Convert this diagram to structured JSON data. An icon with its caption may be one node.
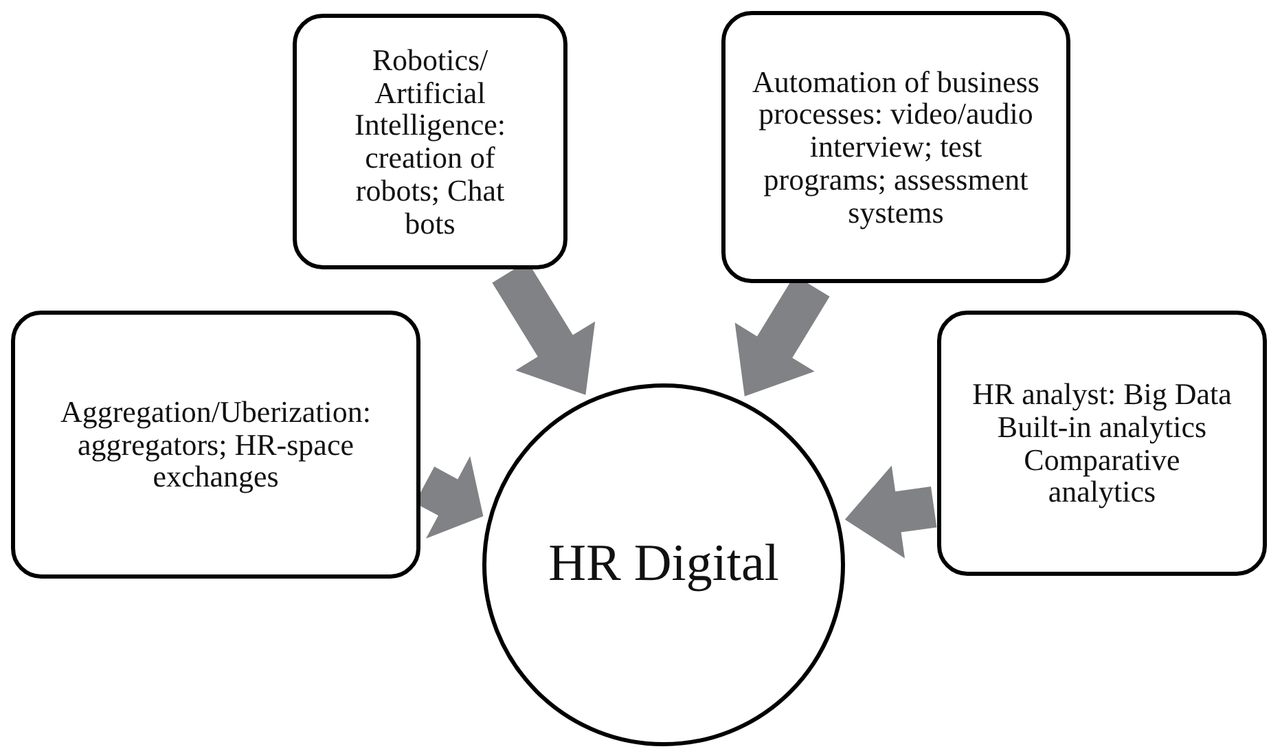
{
  "diagram": {
    "nodes": [
      {
        "text": [
          "Robotics/ Artificial Intelligence: creation of robots; Chat bots"
        ]
      },
      {
        "text": [
          "Automation of business processes: video/audio interview; test programs; assessment systems"
        ]
      },
      {
        "text": [
          "Aggregation/Uberization: aggregators; HR-space exchanges"
        ]
      },
      {
        "text": [
          "HR analyst: Big Data Built-in analytics Comparative analytics"
        ]
      },
      {
        "text": [
          "HR Digital"
        ]
      }
    ],
    "edges": [
      {
        "from": 0,
        "to": 4,
        "arrow": "to"
      },
      {
        "from": 1,
        "to": 4,
        "arrow": "to"
      },
      {
        "from": 2,
        "to": 4,
        "arrow": "to"
      },
      {
        "from": 3,
        "to": 4,
        "arrow": "to"
      }
    ]
  }
}
